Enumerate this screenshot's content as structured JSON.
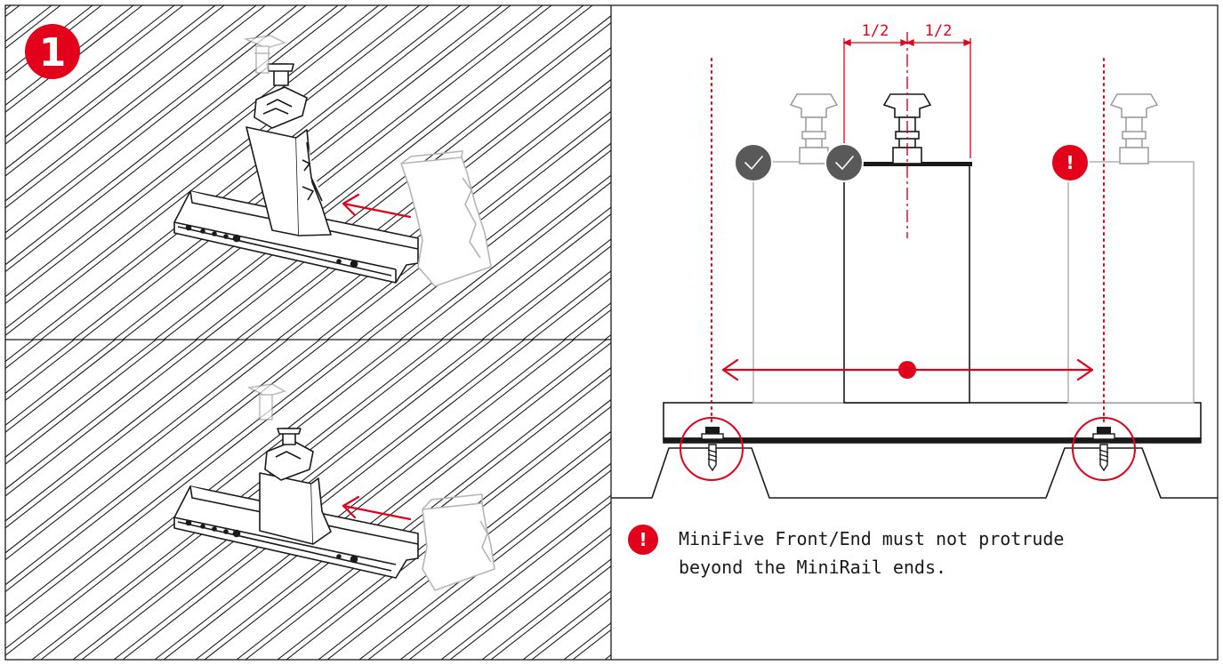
{
  "step": {
    "number": "1"
  },
  "dimension": {
    "left_fraction": "1/2",
    "right_fraction": "1/2"
  },
  "status_markers": [
    {
      "kind": "check",
      "icon": "checkmark-icon",
      "color": "#595959"
    },
    {
      "kind": "check",
      "icon": "checkmark-icon",
      "color": "#595959"
    },
    {
      "kind": "warning",
      "icon": "exclamation-icon",
      "symbol": "!",
      "color": "#e2001a"
    }
  ],
  "note": {
    "symbol": "!",
    "line1": "MiniFive Front/End must not protrude",
    "line2": "beyond the MiniRail ends."
  },
  "colors": {
    "accent": "#e2001a",
    "check_grey": "#595959",
    "line": "#1a1a1a",
    "ghost": "#b8b8b8"
  }
}
